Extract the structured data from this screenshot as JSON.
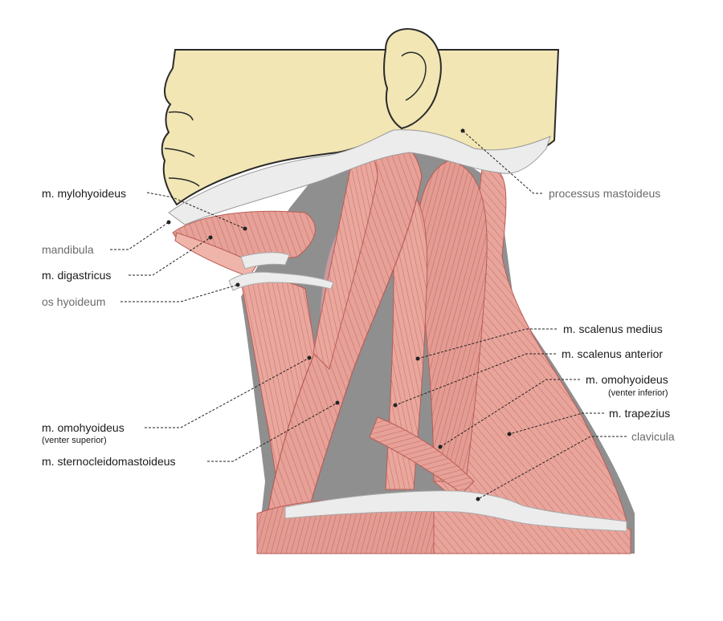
{
  "colors": {
    "skin": "#f1e6b4",
    "skin_outline": "#2a2a2a",
    "bone": "#ececec",
    "muscle": "#e6a198",
    "muscle_dark": "#c86e66",
    "muscle_line": "#b85c55",
    "shadow": "#8f8f8f",
    "deep": "#c99aa0",
    "leader": "#222222"
  },
  "labels": {
    "mylohyoideus": "m. mylohyoideus",
    "mandibula": "mandibula",
    "digastricus": "m. digastricus",
    "hyoideum": "os hyoideum",
    "omohyoideus_sup": "m. omohyoideus",
    "omohyoideus_sup_sub": "(venter superior)",
    "sternocleido": "m. sternocleidomastoideus",
    "mastoideus": "processus mastoideus",
    "scalenus_medius": "m. scalenus medius",
    "scalenus_anterior": "m. scalenus anterior",
    "omohyoideus_inf": "m. omohyoideus",
    "omohyoideus_inf_sub": "(venter inferior)",
    "trapezius": "m. trapezius",
    "clavicula": "clavicula"
  }
}
